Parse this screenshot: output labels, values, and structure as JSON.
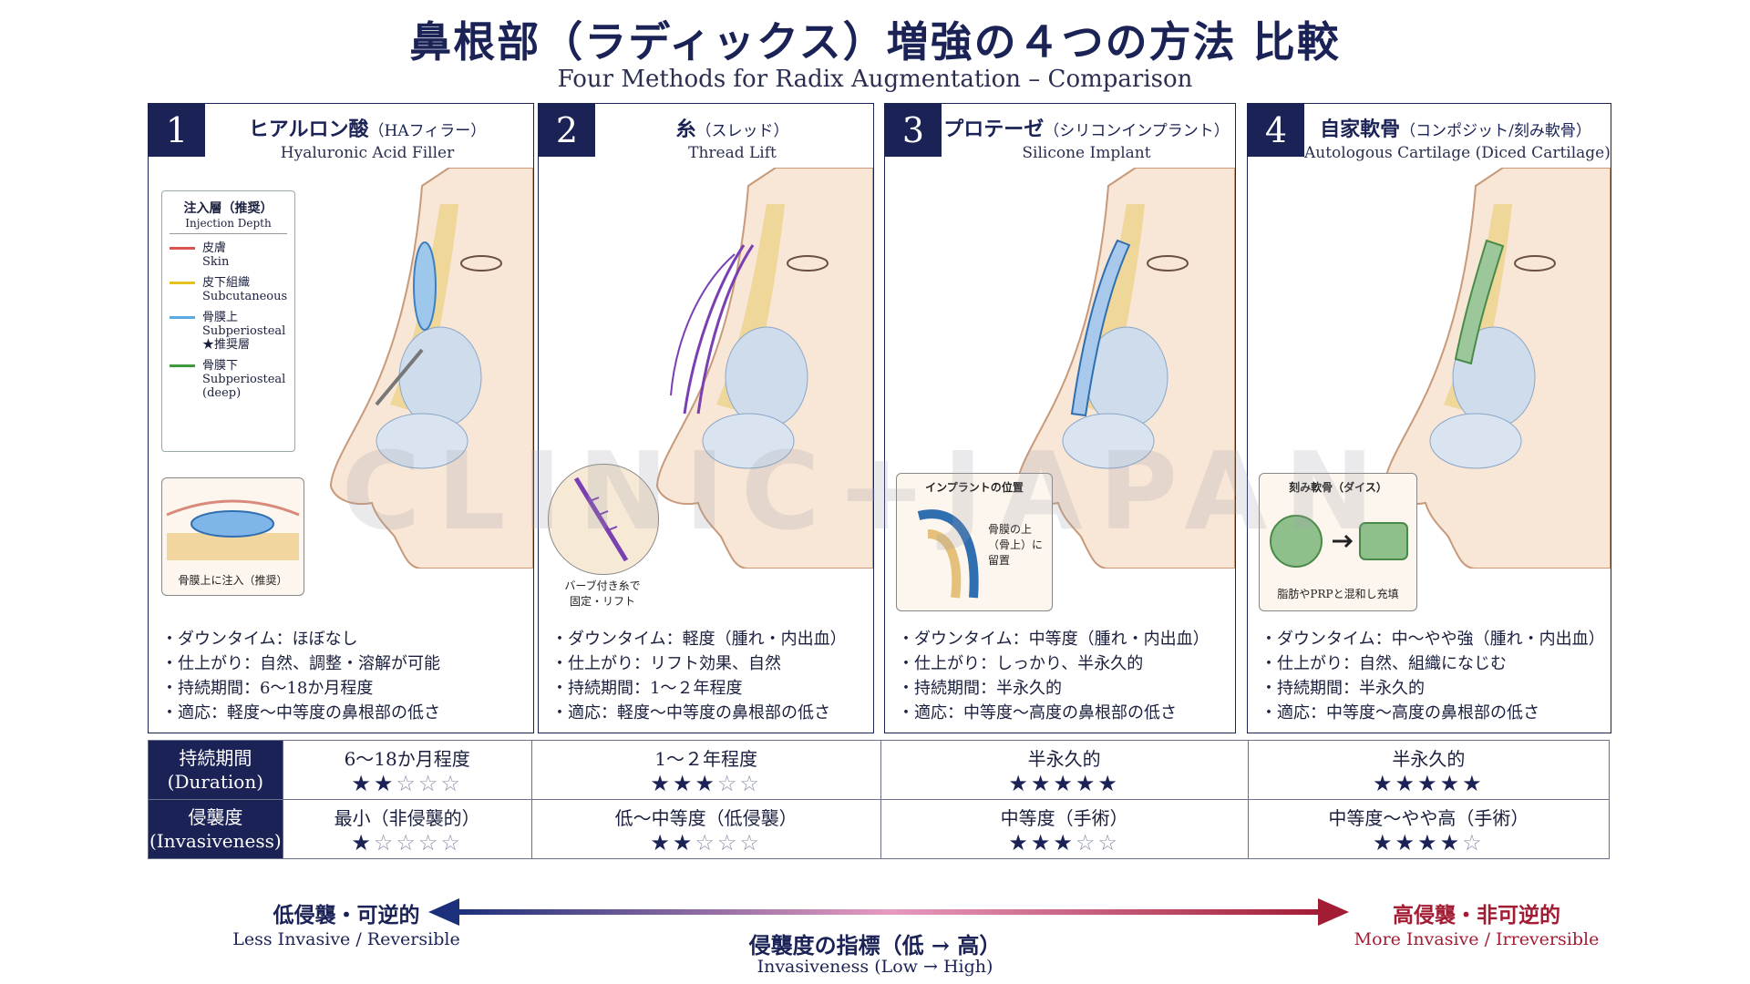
{
  "header": {
    "title": "鼻根部（ラディックス）増強の４つの方法 比較",
    "subtitle": "Four Methods for Radix Augmentation – Comparison"
  },
  "watermark": "CLINIC+JAPAN",
  "panels": [
    {
      "num": "1",
      "jp": "ヒアルロン酸",
      "jp_sub": "（HAフィラー）",
      "en": "Hyaluronic Acid Filler",
      "bullets": [
        "ダウンタイム：ほぼなし",
        "仕上がり：自然、調整・溶解が可能",
        "持続期間：6〜18か月程度",
        "適応：軽度〜中等度の鼻根部の低さ"
      ],
      "legend": {
        "title": "注入層（推奨）",
        "subtitle": "Injection Depth",
        "items": [
          {
            "jp": "皮膚",
            "en": "Skin",
            "color": "#d9534f"
          },
          {
            "jp": "皮下組織",
            "en": "Subcutaneous",
            "color": "#e6c21f"
          },
          {
            "jp": "骨膜上",
            "en": "Subperiosteal",
            "note": "★推奨層",
            "color": "#5aa9e0"
          },
          {
            "jp": "骨膜下",
            "en": "Subperiosteal",
            "note": "(deep)",
            "color": "#3c9a3c"
          }
        ]
      },
      "inset_caption": "骨膜上に注入（推奨）"
    },
    {
      "num": "2",
      "jp": "糸",
      "jp_sub": "（スレッド）",
      "en": "Thread Lift",
      "bullets": [
        "ダウンタイム：軽度（腫れ・内出血）",
        "仕上がり：リフト効果、自然",
        "持続期間：1〜２年程度",
        "適応：軽度〜中等度の鼻根部の低さ"
      ],
      "inset_caption": "バーブ付き糸で\n固定・リフト"
    },
    {
      "num": "3",
      "jp": "プロテーゼ",
      "jp_sub": "（シリコンインプラント）",
      "en": "Silicone Implant",
      "bullets": [
        "ダウンタイム：中等度（腫れ・内出血）",
        "仕上がり：しっかり、半永久的",
        "持続期間：半永久的",
        "適応：中等度〜高度の鼻根部の低さ"
      ],
      "inset_title": "インプラントの位置",
      "inset_caption": "骨膜の上\n（骨上）に\n留置"
    },
    {
      "num": "4",
      "jp": "自家軟骨",
      "jp_sub": "（コンポジット/刻み軟骨）",
      "en": "Autologous Cartilage (Diced Cartilage)",
      "bullets": [
        "ダウンタイム：中〜やや強（腫れ・内出血）",
        "仕上がり：自然、組織になじむ",
        "持続期間：半永久的",
        "適応：中等度〜高度の鼻根部の低さ"
      ],
      "inset_title": "刻み軟骨（ダイス）",
      "inset_caption": "脂肪やPRPと混和し充填"
    }
  ],
  "comparison": {
    "duration_label": "持続期間",
    "duration_label_en": "(Duration)",
    "invasiveness_label": "侵襲度",
    "invasiveness_label_en": "(Invasiveness)",
    "duration": [
      {
        "text": "6〜18か月程度",
        "stars": 2
      },
      {
        "text": "1〜２年程度",
        "stars": 3
      },
      {
        "text": "半永久的",
        "stars": 5
      },
      {
        "text": "半永久的",
        "stars": 5
      }
    ],
    "invasiveness": [
      {
        "text": "最小（非侵襲的）",
        "stars": 1
      },
      {
        "text": "低〜中等度（低侵襲）",
        "stars": 2
      },
      {
        "text": "中等度（手術）",
        "stars": 3
      },
      {
        "text": "中等度〜やや高（手術）",
        "stars": 4
      }
    ]
  },
  "scale": {
    "low_jp": "低侵襲・可逆的",
    "low_en": "Less Invasive / Reversible",
    "high_jp": "高侵襲・非可逆的",
    "high_en": "More Invasive / Irreversible",
    "mid_jp": "侵襲度の指標（低 → 高）",
    "mid_en": "Invasiveness (Low → High)",
    "low_color": "#1b2f7a",
    "high_color": "#a21c33"
  }
}
